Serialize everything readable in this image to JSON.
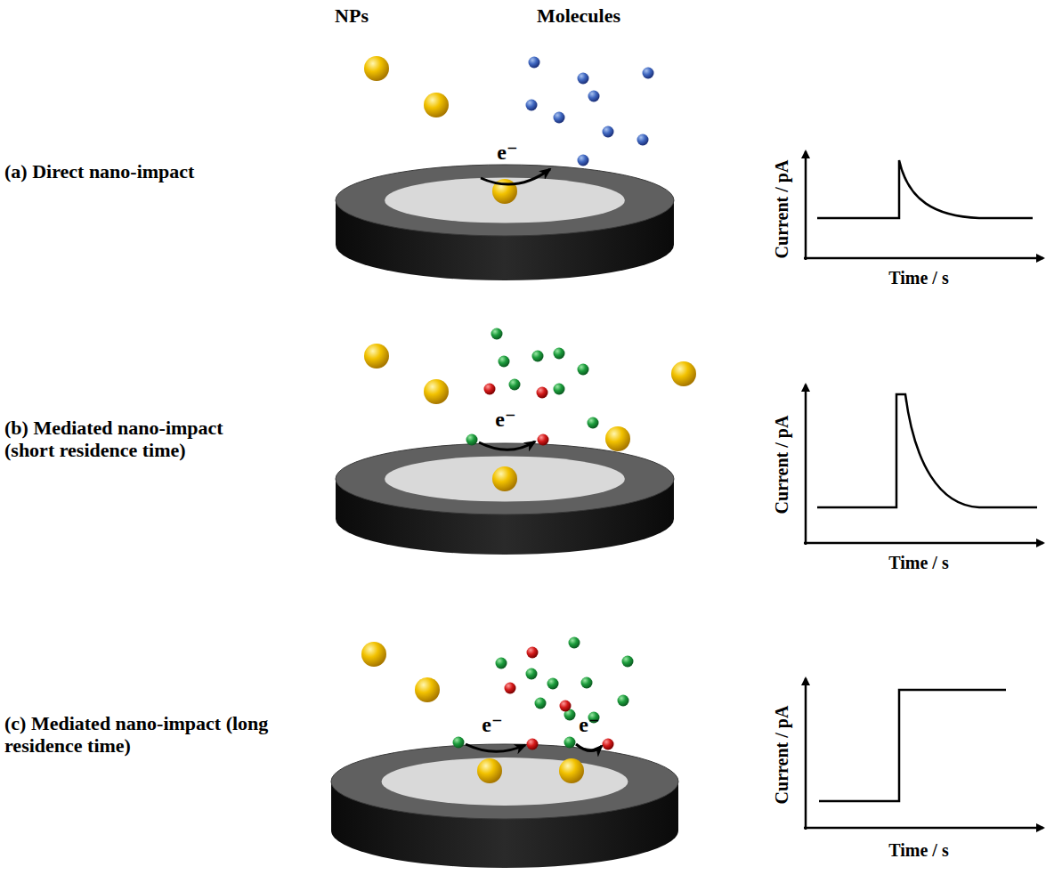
{
  "diagram": {
    "labels": [
      "NPs",
      "Molecules",
      "(a) Direct nano-impact",
      "e⁻",
      "Current / pA",
      "Time / s",
      "(b) Mediated nano-impact (short residence time)",
      "e⁻",
      "Current / pA",
      "Time / s",
      "(c) Mediated nano-impact (long residence time)",
      "e⁻",
      "e⁻",
      "Current / pA",
      "Time / s"
    ]
  }
}
